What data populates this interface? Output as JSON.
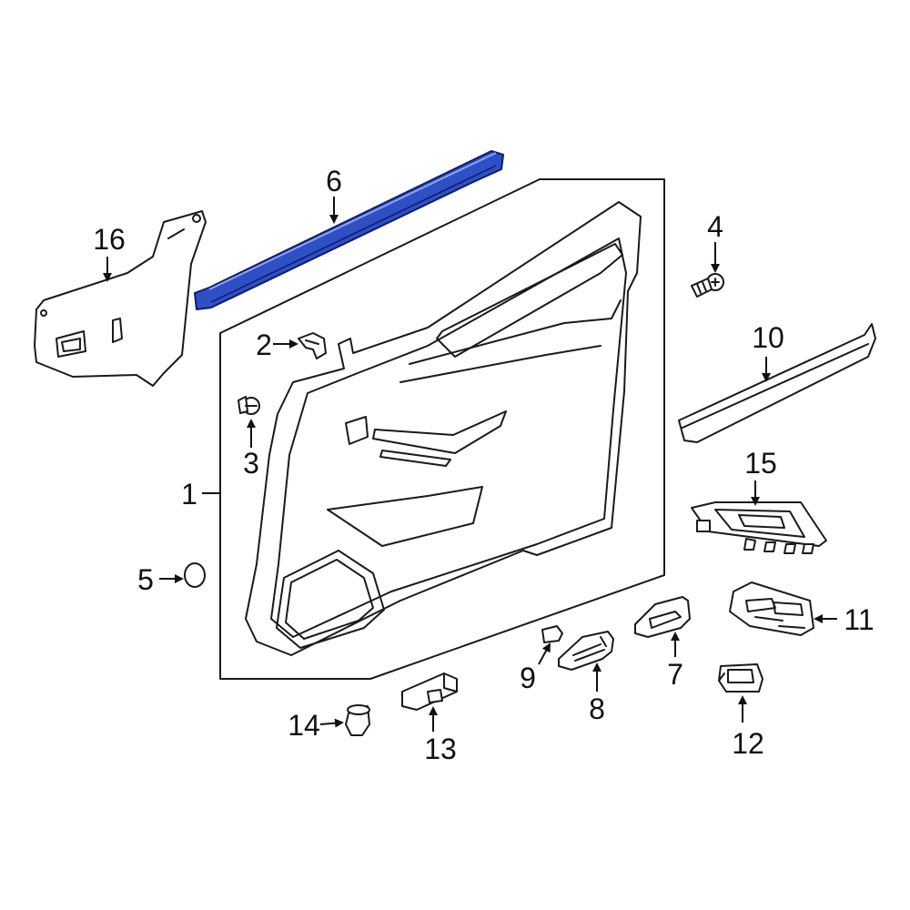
{
  "parts": {
    "p1": "1",
    "p2": "2",
    "p3": "3",
    "p4": "4",
    "p5": "5",
    "p6": "6",
    "p7": "7",
    "p8": "8",
    "p9": "9",
    "p10": "10",
    "p11": "11",
    "p12": "12",
    "p13": "13",
    "p14": "14",
    "p15": "15",
    "p16": "16"
  },
  "highlight_color": "#2f4fc4",
  "highlighted_part": "6"
}
